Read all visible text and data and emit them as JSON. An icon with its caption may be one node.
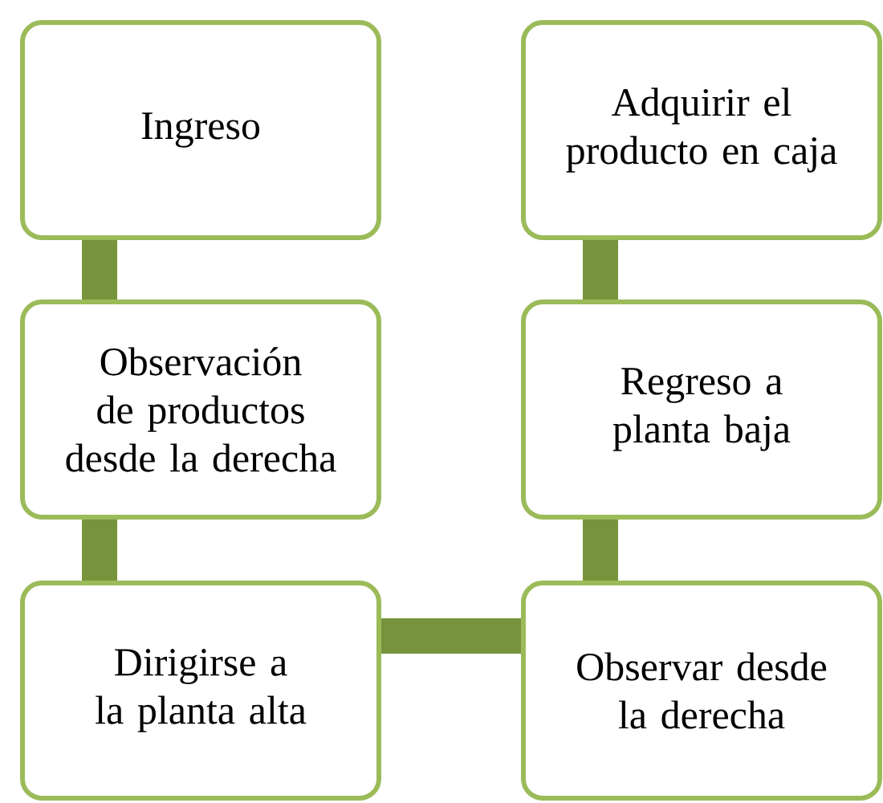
{
  "diagram": {
    "nodes": [
      {
        "text": [
          "Ingreso"
        ]
      },
      {
        "text": [
          "Observación de productos desde la derecha"
        ]
      },
      {
        "text": [
          "Dirigirse a la planta alta"
        ]
      },
      {
        "text": [
          "Observar desde la derecha"
        ]
      },
      {
        "text": [
          "Regreso a planta baja"
        ]
      },
      {
        "text": [
          "Adquirir el producto en caja"
        ]
      }
    ],
    "edges": [
      {
        "from": 0,
        "to": 1,
        "arrow": "none"
      },
      {
        "from": 1,
        "to": 2,
        "arrow": "none"
      },
      {
        "from": 2,
        "to": 3,
        "arrow": "none"
      },
      {
        "from": 3,
        "to": 4,
        "arrow": "none"
      },
      {
        "from": 4,
        "to": 5,
        "arrow": "none"
      }
    ]
  }
}
